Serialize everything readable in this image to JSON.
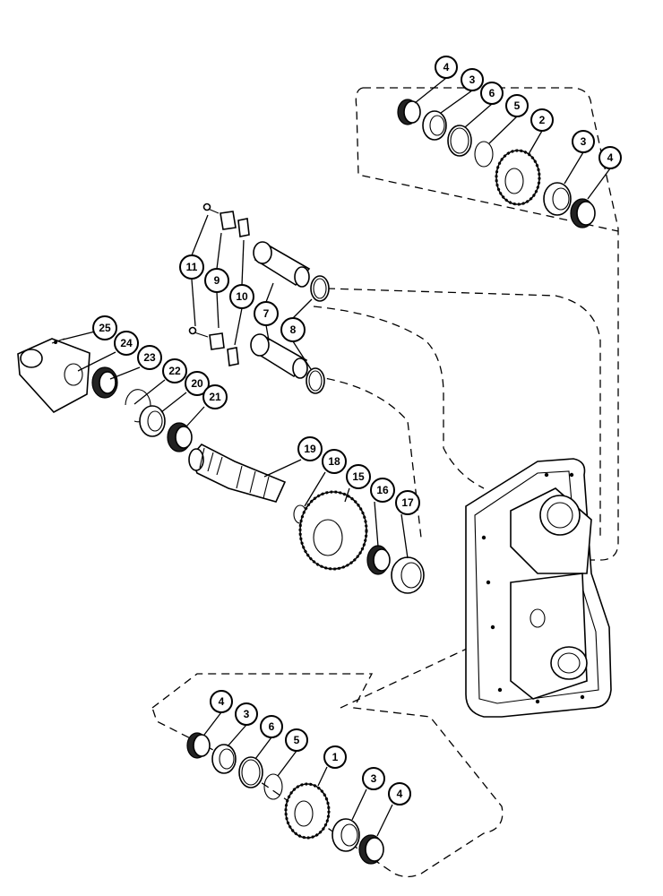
{
  "diagram": {
    "callouts": [
      {
        "id": "c4a",
        "label": "4"
      },
      {
        "id": "c3a",
        "label": "3"
      },
      {
        "id": "c6a",
        "label": "6"
      },
      {
        "id": "c5a",
        "label": "5"
      },
      {
        "id": "c2",
        "label": "2"
      },
      {
        "id": "c3b",
        "label": "3"
      },
      {
        "id": "c4b",
        "label": "4"
      },
      {
        "id": "c11",
        "label": "11"
      },
      {
        "id": "c9",
        "label": "9"
      },
      {
        "id": "c10",
        "label": "10"
      },
      {
        "id": "c7",
        "label": "7"
      },
      {
        "id": "c8",
        "label": "8"
      },
      {
        "id": "c25",
        "label": "25"
      },
      {
        "id": "c24",
        "label": "24"
      },
      {
        "id": "c23",
        "label": "23"
      },
      {
        "id": "c22",
        "label": "22"
      },
      {
        "id": "c20",
        "label": "20"
      },
      {
        "id": "c21",
        "label": "21"
      },
      {
        "id": "c19",
        "label": "19"
      },
      {
        "id": "c18",
        "label": "18"
      },
      {
        "id": "c15",
        "label": "15"
      },
      {
        "id": "c16",
        "label": "16"
      },
      {
        "id": "c17",
        "label": "17"
      },
      {
        "id": "c4c",
        "label": "4"
      },
      {
        "id": "c3c",
        "label": "3"
      },
      {
        "id": "c6c",
        "label": "6"
      },
      {
        "id": "c5c",
        "label": "5"
      },
      {
        "id": "c1",
        "label": "1"
      },
      {
        "id": "c3d",
        "label": "3"
      },
      {
        "id": "c4d",
        "label": "4"
      }
    ]
  }
}
